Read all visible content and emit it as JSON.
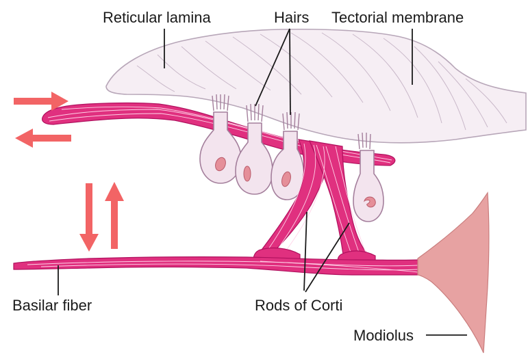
{
  "diagram": {
    "labels": {
      "reticular_lamina": "Reticular lamina",
      "hairs": "Hairs",
      "tectorial_membrane": "Tectorial membrane",
      "basilar_fiber": "Basilar fiber",
      "rods_of_corti": "Rods of Corti",
      "modiolus": "Modiolus"
    },
    "colors": {
      "fiber": "#e0307f",
      "membrane": "#f6eef4",
      "hair_cell": "#f3e4ee",
      "nucleus": "#e58f99",
      "arrow": "#f26465",
      "modiolus": "#e7a2a2"
    },
    "motion_arrows": {
      "horizontal": [
        "right",
        "left"
      ],
      "vertical": [
        "down",
        "up"
      ]
    }
  }
}
